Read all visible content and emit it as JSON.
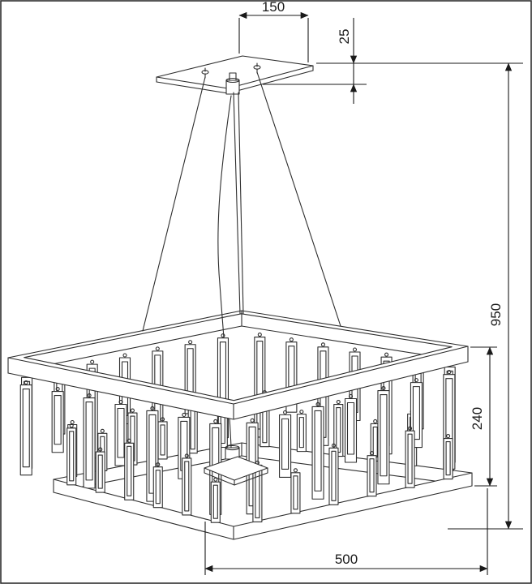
{
  "drawing": {
    "labels": {
      "canopy_width_mm": "150",
      "canopy_drop_mm": "25",
      "overall_height_mm": "950",
      "body_height_mm": "240",
      "body_width_mm": "500"
    },
    "colors": {
      "line": "#2e2e2e",
      "dimension": "#1a1a1a",
      "background": "#ffffff"
    },
    "bars": {
      "top_tier_per_side": 7,
      "bottom_tier_per_side": 6
    }
  }
}
